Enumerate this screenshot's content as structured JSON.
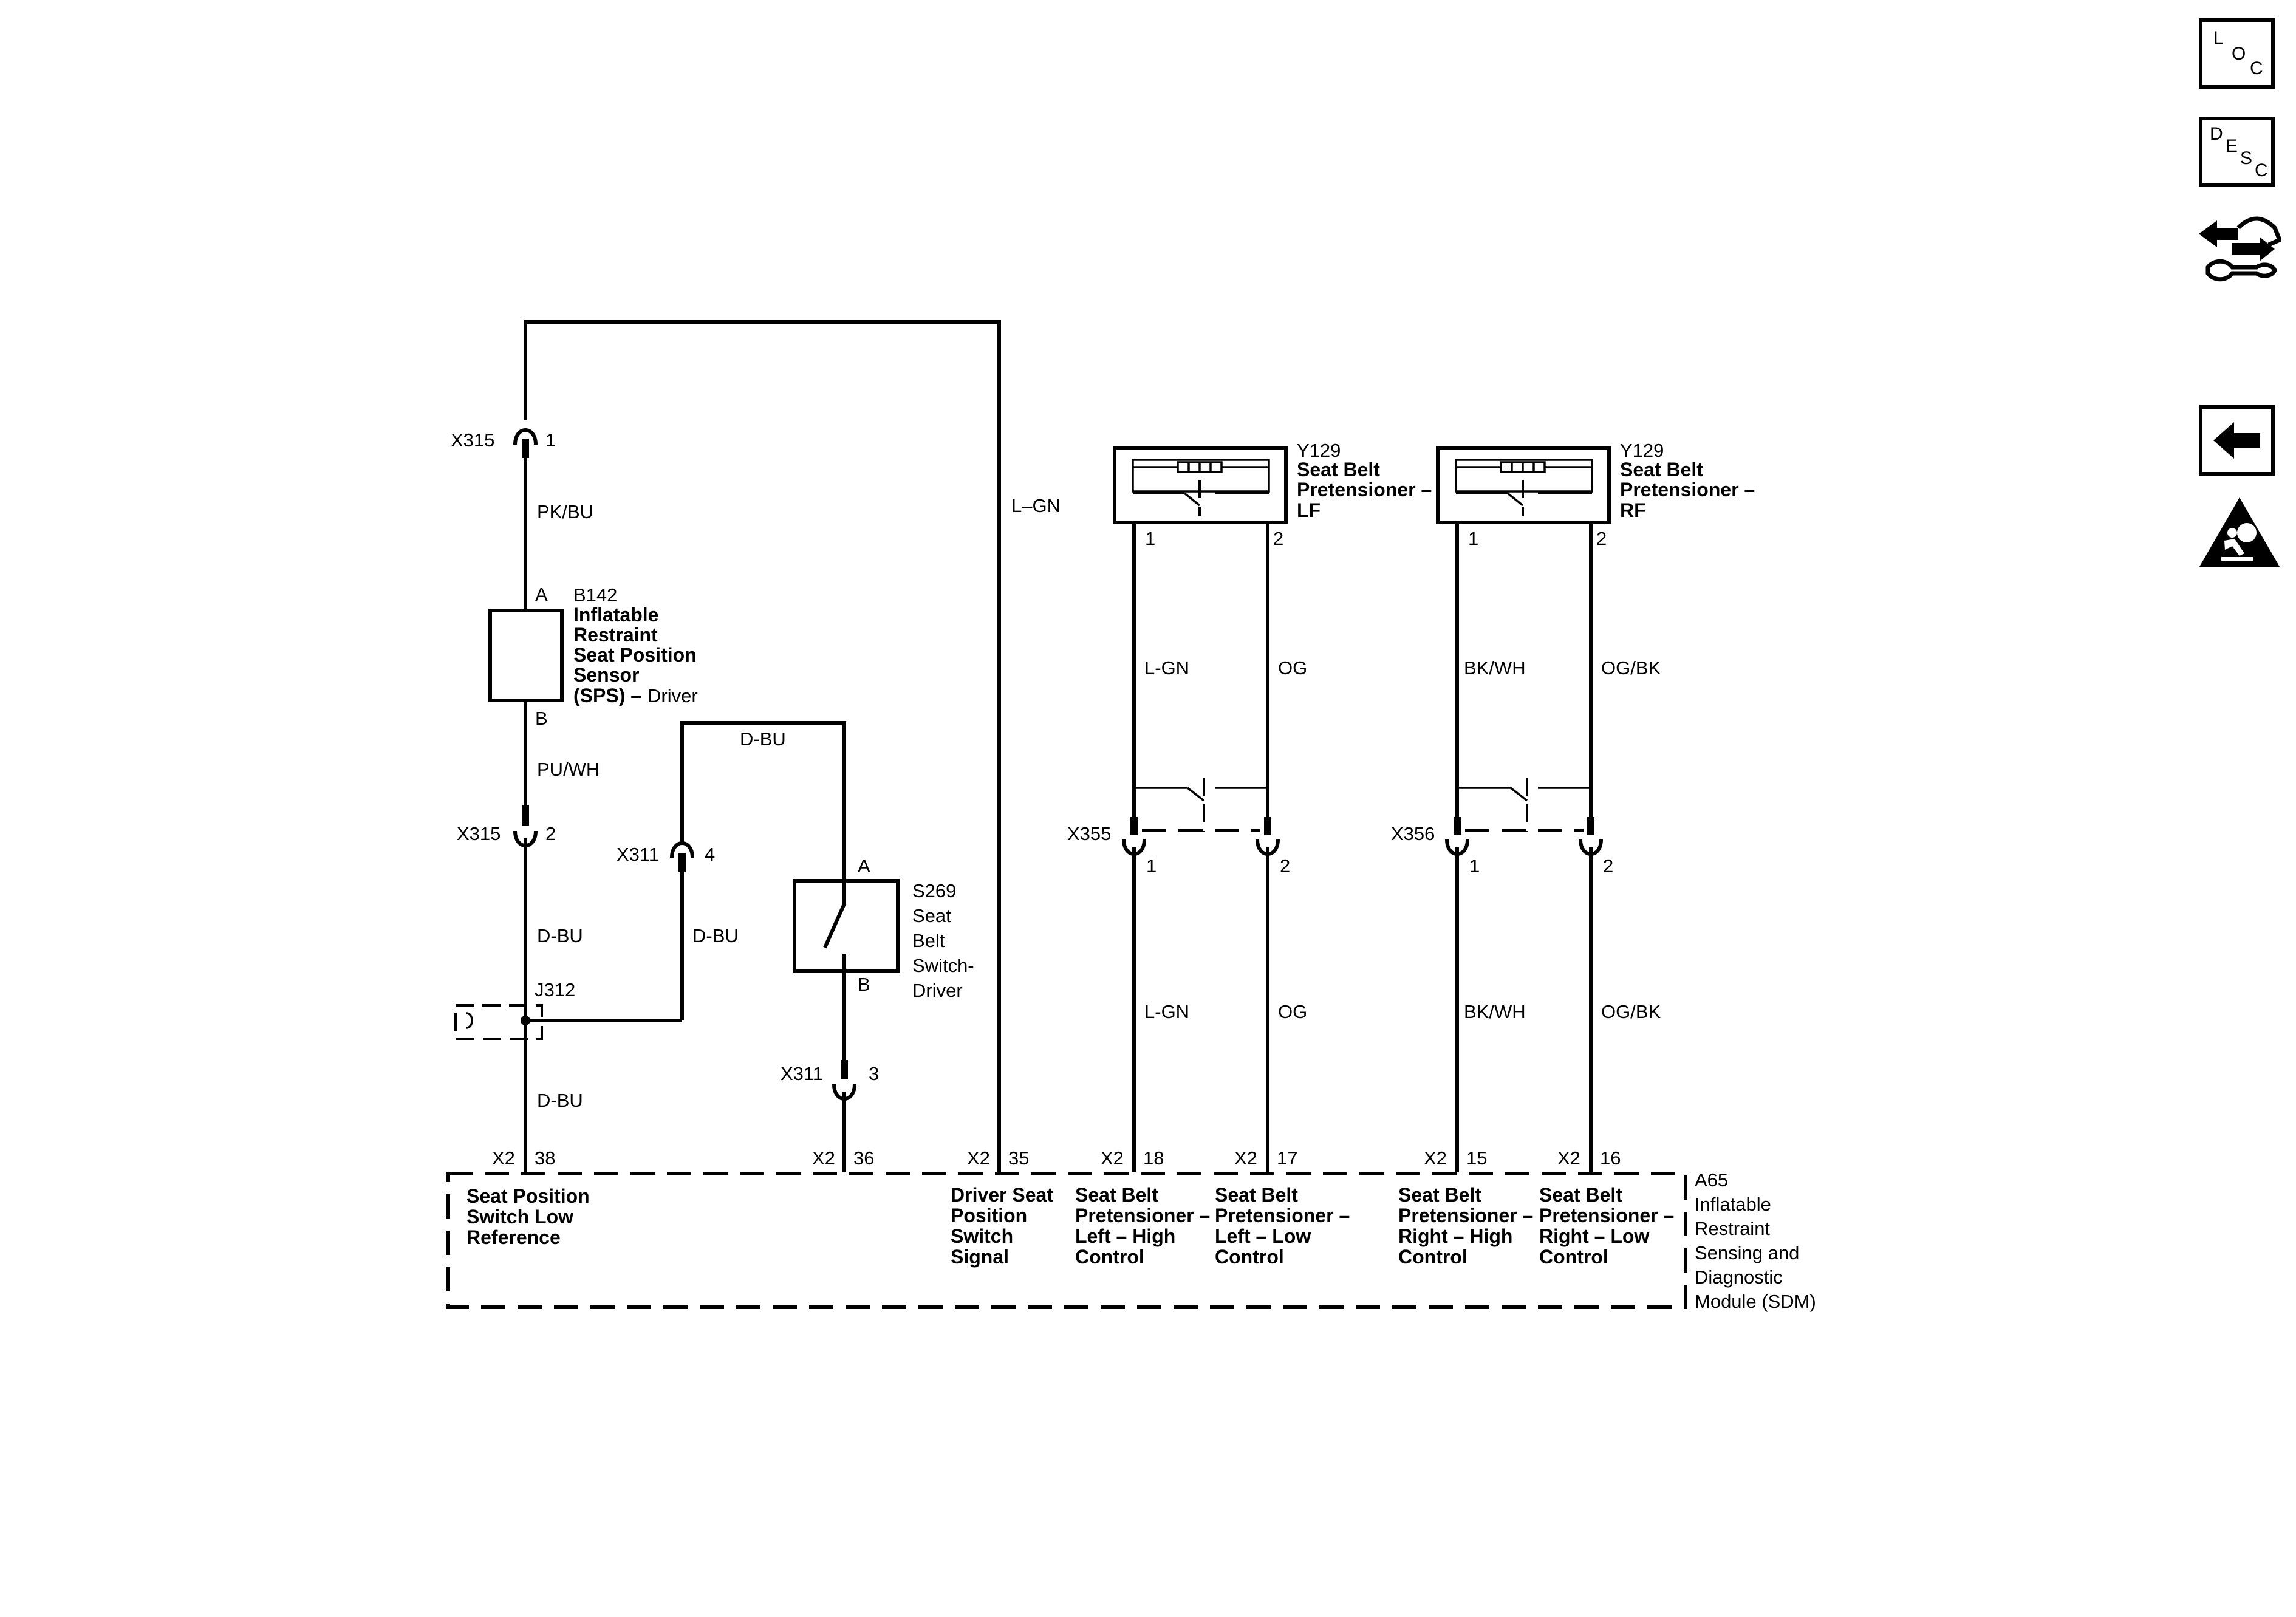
{
  "nav": {
    "loc_letters": [
      "L",
      "O",
      "C"
    ],
    "desc_letters": [
      "D",
      "E",
      "S",
      "C"
    ],
    "icons": [
      "connector-end-view-icon",
      "back-arrow-icon",
      "airbag-warning-icon"
    ]
  },
  "wiring": {
    "x315_top": {
      "id": "X315",
      "pin": "1"
    },
    "wire_pkbu": "PK/BU",
    "wire_lgn_long": "L–GN",
    "b142": {
      "pin_a": "A",
      "pin_b": "B",
      "id": "B142",
      "lines": [
        "Inflatable",
        "Restraint",
        "Seat Position",
        "Sensor"
      ],
      "last_bold": "(SPS) –",
      "last_plain": "Driver"
    },
    "wire_puwh": "PU/WH",
    "x315_bottom": {
      "id": "X315",
      "pin": "2"
    },
    "wire_dbu_left": "D-BU",
    "wire_dbu_top": "D-BU",
    "x311_top": {
      "id": "X311",
      "pin": "4"
    },
    "wire_dbu_mid": "D-BU",
    "j312": "J312",
    "wire_dbu_bottom": "D-BU",
    "s269": {
      "pin_a": "A",
      "pin_b": "B",
      "lines": [
        "S269",
        "Seat",
        "Belt",
        "Switch-",
        "Driver"
      ]
    },
    "x311_bottom": {
      "id": "X311",
      "pin": "3"
    },
    "y129_lf": {
      "lines": [
        "Y129",
        "Seat Belt",
        "Pretensioner –",
        "LF"
      ],
      "pin1": "1",
      "pin2": "2"
    },
    "y129_rf": {
      "lines": [
        "Y129",
        "Seat Belt",
        "Pretensioner –",
        "RF"
      ],
      "pin1": "1",
      "pin2": "2"
    },
    "lf_wires_upper": [
      "L-GN",
      "OG"
    ],
    "rf_wires_upper": [
      "BK/WH",
      "OG/BK"
    ],
    "x355": {
      "id": "X355",
      "pin1": "1",
      "pin2": "2"
    },
    "x356": {
      "id": "X356",
      "pin1": "1",
      "pin2": "2"
    },
    "lf_wires_lower": [
      "L-GN",
      "OG"
    ],
    "rf_wires_lower": [
      "BK/WH",
      "OG/BK"
    ]
  },
  "sdm": {
    "connector_label": "X2",
    "pins": [
      "38",
      "36",
      "35",
      "18",
      "17",
      "15",
      "16"
    ],
    "circuits": [
      [
        "Seat Position",
        "Switch Low",
        "Reference"
      ],
      [
        "Driver Seat",
        "Position",
        "Switch",
        "Signal"
      ],
      [
        "Seat Belt",
        "Pretensioner –",
        "Left – High",
        "Control"
      ],
      [
        "Seat Belt",
        "Pretensioner –",
        "Left – Low",
        "Control"
      ],
      [
        "Seat Belt",
        "Pretensioner –",
        "Right – High",
        "Control"
      ],
      [
        "Seat Belt",
        "Pretensioner –",
        "Right – Low",
        "Control"
      ]
    ],
    "module_lines": [
      "A65",
      "Inflatable",
      "Restraint",
      "Sensing and",
      "Diagnostic",
      "Module (SDM)"
    ]
  }
}
